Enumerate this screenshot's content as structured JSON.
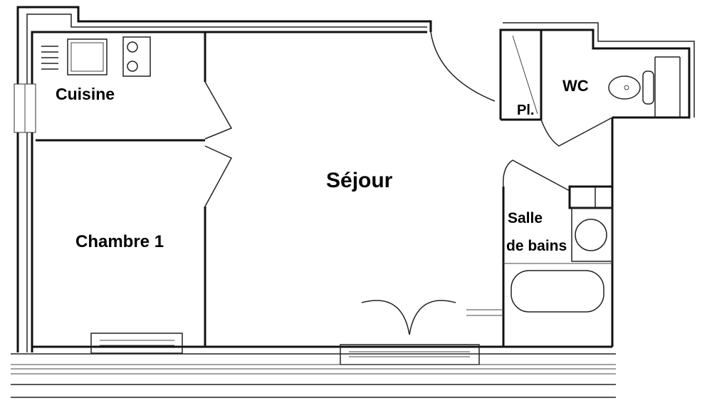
{
  "rooms": {
    "cuisine": "Cuisine",
    "sejour": "Séjour",
    "chambre": "Chambre 1",
    "wc": "WC",
    "placard": "Pl.",
    "salle_line1": "Salle",
    "salle_line2": "de bains"
  }
}
